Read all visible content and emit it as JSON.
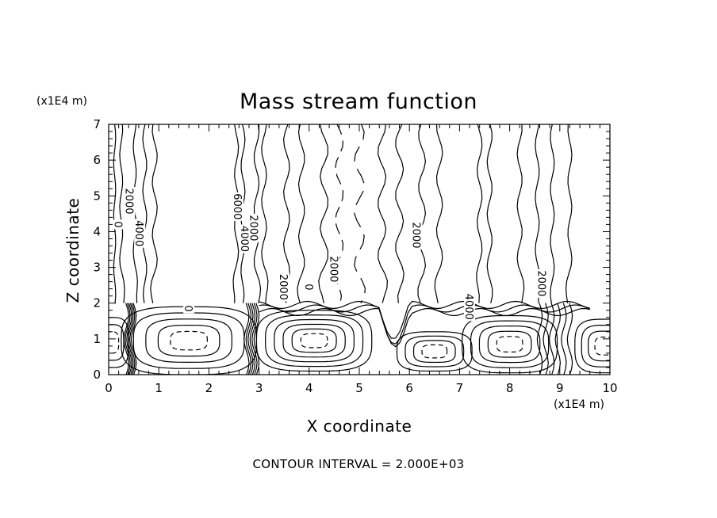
{
  "chart_data": {
    "type": "contour",
    "title": "Mass stream function",
    "xlabel": "X coordinate",
    "ylabel": "Z coordinate",
    "x_units": "(x1E4 m)",
    "y_units": "(x1E4 m)",
    "xlim": [
      0,
      10
    ],
    "ylim": [
      0,
      7
    ],
    "x_ticks": [
      "0",
      "1",
      "2",
      "3",
      "4",
      "5",
      "6",
      "7",
      "8",
      "9",
      "10"
    ],
    "y_ticks": [
      "0",
      "1",
      "2",
      "3",
      "4",
      "5",
      "6",
      "7"
    ],
    "contour_interval": 2000,
    "footer": "CONTOUR INTERVAL = 2.000E+03",
    "contour_labels": [
      {
        "text": "0",
        "x": 0.2,
        "y": 4.2
      },
      {
        "text": "2000",
        "x": 0.42,
        "y": 4.85
      },
      {
        "text": "4000",
        "x": 0.62,
        "y": 3.95
      },
      {
        "text": "6000",
        "x": 2.58,
        "y": 4.7
      },
      {
        "text": "4000",
        "x": 2.72,
        "y": 3.8
      },
      {
        "text": "2000",
        "x": 2.9,
        "y": 4.1
      },
      {
        "text": "2000",
        "x": 3.5,
        "y": 2.45
      },
      {
        "text": "0",
        "x": 4.0,
        "y": 2.45
      },
      {
        "text": "2000",
        "x": 4.5,
        "y": 2.95
      },
      {
        "text": "2000",
        "x": 6.15,
        "y": 3.9
      },
      {
        "text": "2000",
        "x": 8.65,
        "y": 2.55
      },
      {
        "text": "4000",
        "x": 7.2,
        "y": 1.9
      },
      {
        "text": "0",
        "x": 1.6,
        "y": 1.85
      }
    ],
    "grid": false,
    "legend": "none"
  }
}
